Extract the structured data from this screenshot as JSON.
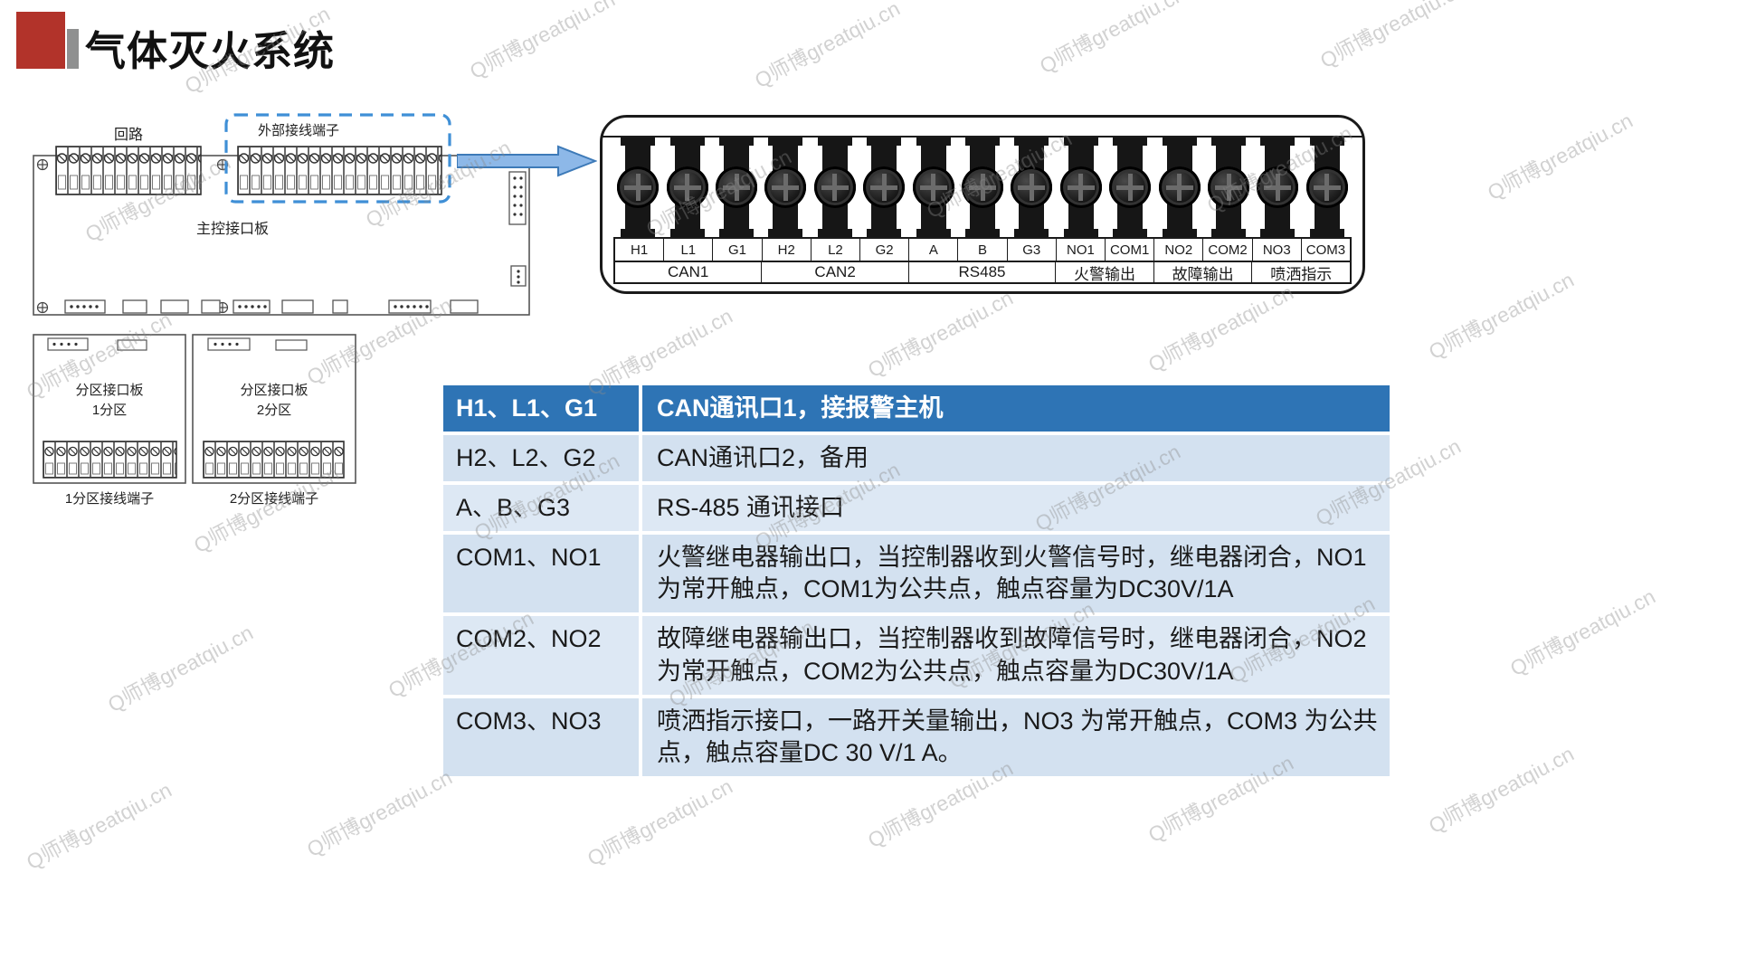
{
  "slide": {
    "title": "气体灭火系统"
  },
  "watermark": {
    "text": "Q师博greatqiu.cn"
  },
  "diagram": {
    "loop_label": "回路",
    "external_terminals_label": "外部接线端子",
    "main_board_label": "主控接口板",
    "zone_board_label": "分区接口板",
    "zone1_label": "1分区",
    "zone2_label": "2分区",
    "zone1_terminals_label": "1分区接线端子",
    "zone2_terminals_label": "2分区接线端子"
  },
  "terminal_block": {
    "terminals": [
      "H1",
      "L1",
      "G1",
      "H2",
      "L2",
      "G2",
      "A",
      "B",
      "G3",
      "NO1",
      "COM1",
      "NO2",
      "COM2",
      "NO3",
      "COM3"
    ],
    "groups": [
      {
        "label": "CAN1",
        "span": 3
      },
      {
        "label": "CAN2",
        "span": 3
      },
      {
        "label": "RS485",
        "span": 3
      },
      {
        "label": "火警输出",
        "span": 2
      },
      {
        "label": "故障输出",
        "span": 2
      },
      {
        "label": "喷洒指示",
        "span": 2
      }
    ]
  },
  "table": {
    "rows": [
      {
        "term": "H1、L1、G1",
        "desc": "CAN通讯口1，接报警主机"
      },
      {
        "term": "H2、L2、G2",
        "desc": "CAN通讯口2，备用"
      },
      {
        "term": "A、B、G3",
        "desc": "RS-485 通讯接口"
      },
      {
        "term": "COM1、NO1",
        "desc": "火警继电器输出口，当控制器收到火警信号时，继电器闭合，NO1为常开触点，COM1为公共点，触点容量为DC30V/1A"
      },
      {
        "term": "COM2、NO2",
        "desc": "故障继电器输出口，当控制器收到故障信号时，继电器闭合，NO2为常开触点，COM2为公共点，触点容量为DC30V/1A"
      },
      {
        "term": "COM3、NO3",
        "desc": "喷洒指示接口，一路开关量输出，NO3 为常开触点，COM3 为公共点，触点容量DC 30 V/1 A。"
      }
    ]
  },
  "colors": {
    "accent_red": "#b2332a",
    "accent_gray": "#8f9090",
    "table_header_blue": "#2e74b5",
    "table_row_blue": "#d3e1f0",
    "table_row_blue_alt": "#dde8f4",
    "arrow_blue": "#8db8e8",
    "highlight_dashed_blue": "#3f8fd6"
  }
}
